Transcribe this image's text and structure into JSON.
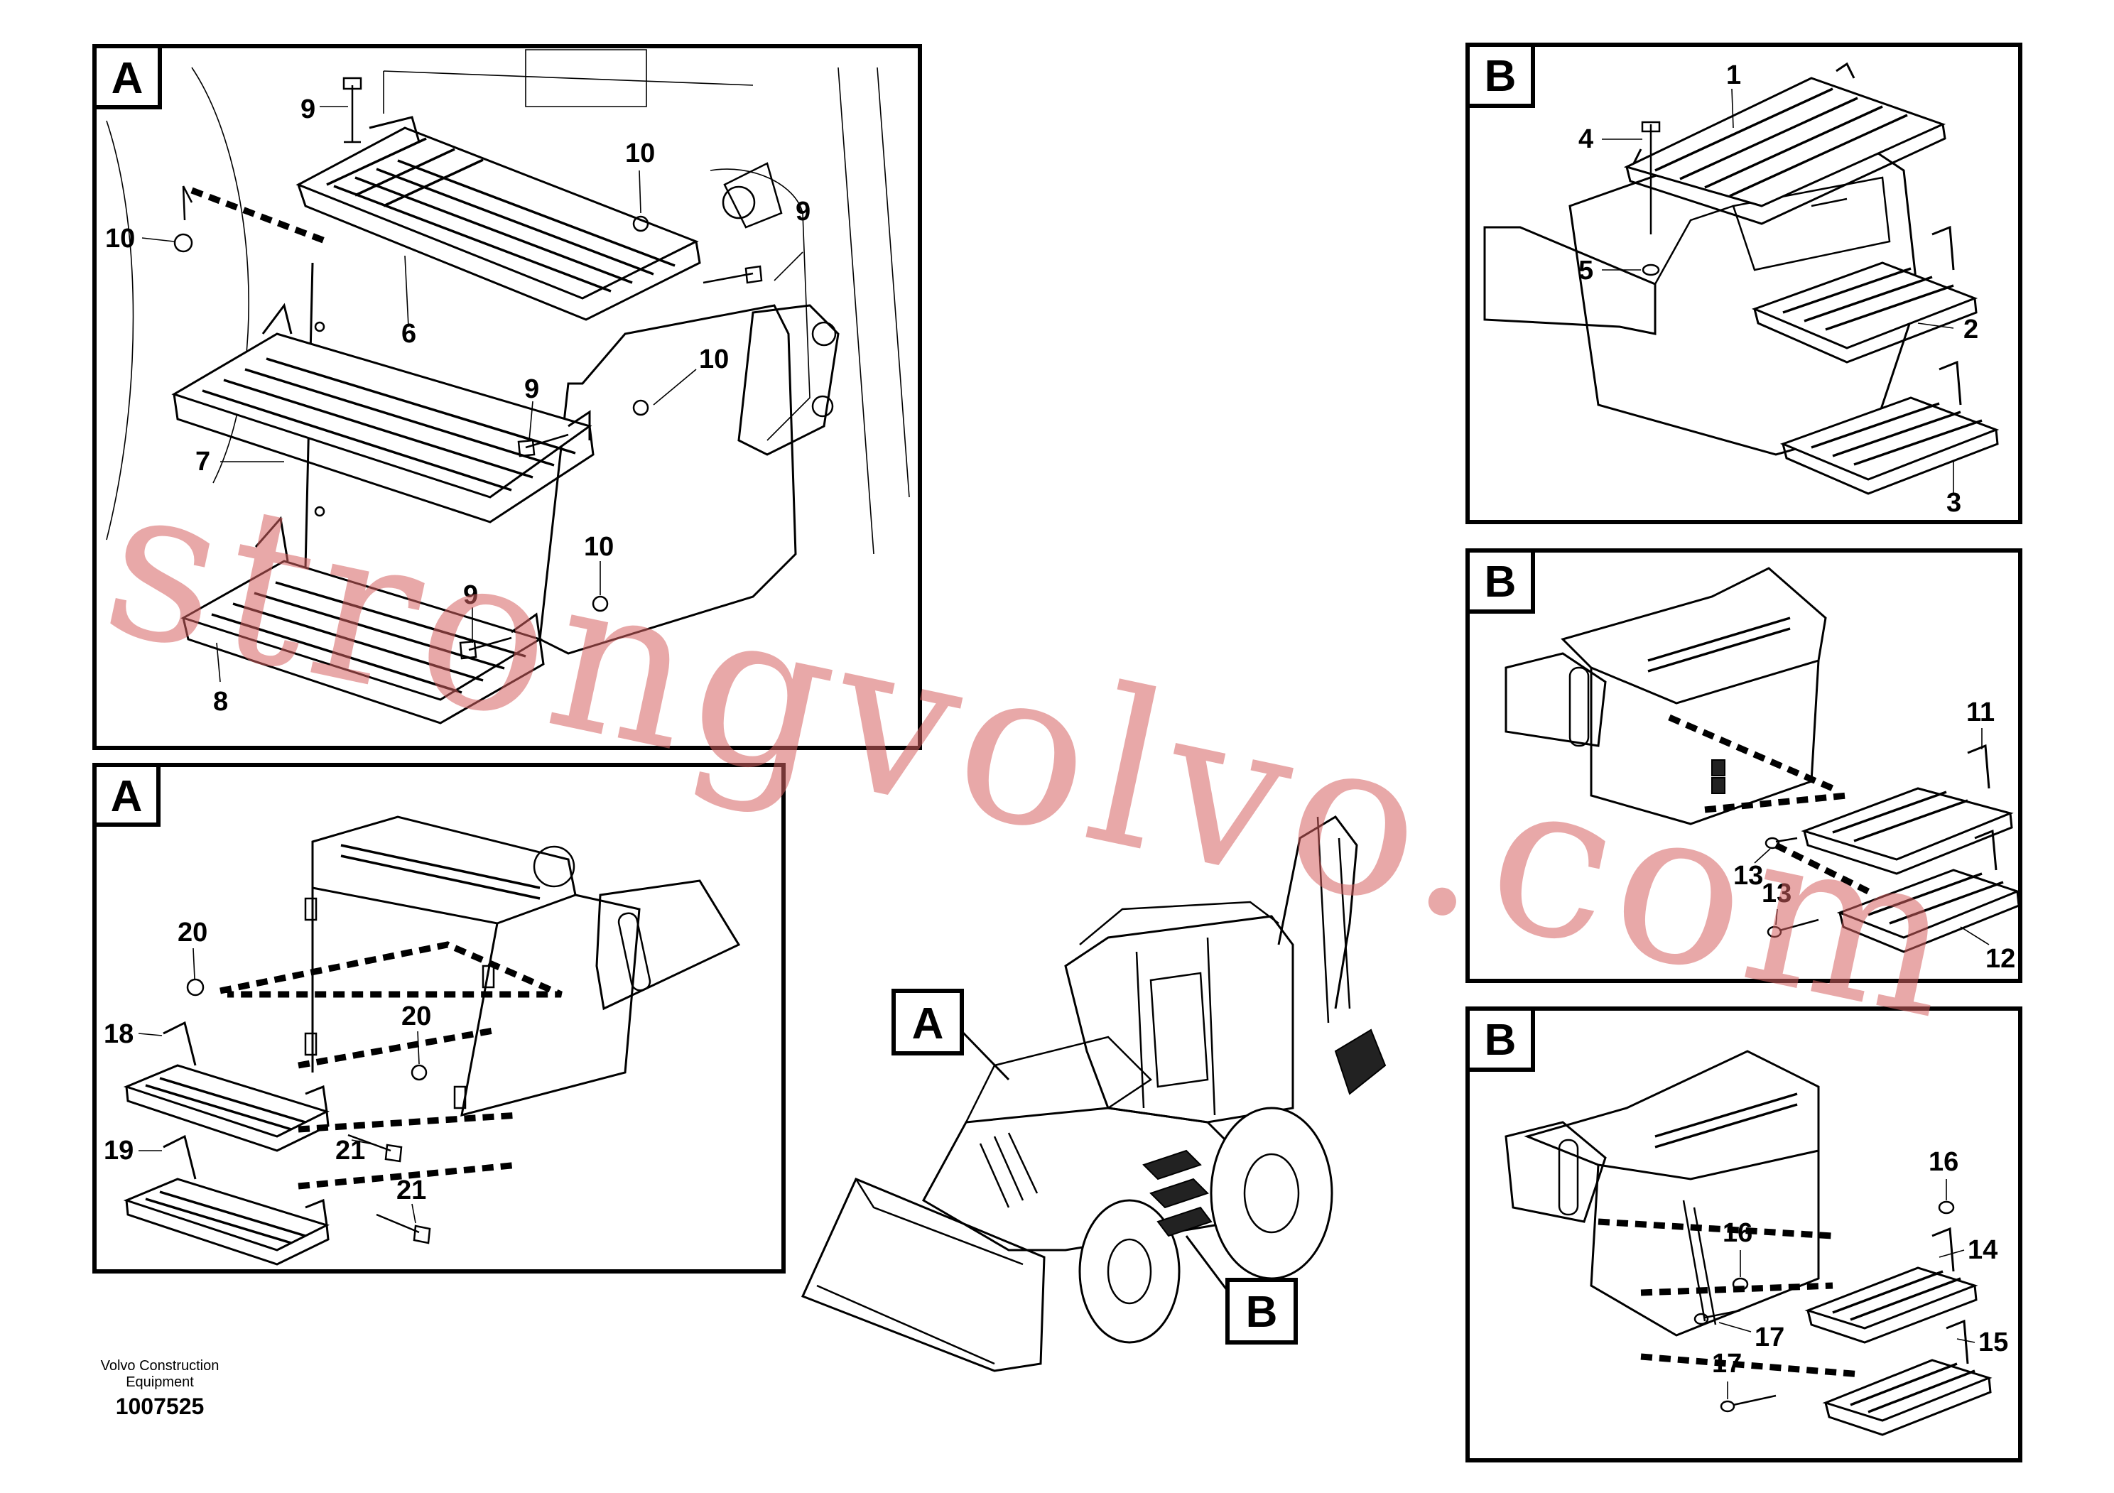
{
  "panels": {
    "a1": {
      "tag": "A",
      "labels": [
        "9",
        "10",
        "10",
        "6",
        "9",
        "10",
        "9",
        "7",
        "10",
        "9",
        "8"
      ]
    },
    "a2": {
      "tag": "A",
      "labels": [
        "20",
        "18",
        "20",
        "21",
        "19",
        "21"
      ]
    },
    "b1": {
      "tag": "B",
      "labels": [
        "1",
        "4",
        "5",
        "2",
        "3"
      ]
    },
    "b2": {
      "tag": "B",
      "labels": [
        "11",
        "13",
        "13",
        "12"
      ]
    },
    "b3": {
      "tag": "B",
      "labels": [
        "16",
        "16",
        "14",
        "17",
        "15",
        "17"
      ]
    }
  },
  "overview": {
    "callout_a": "A",
    "callout_b": "B"
  },
  "credit": {
    "line1": "Volvo Construction",
    "line2": "Equipment",
    "number": "1007525"
  },
  "watermark": "strongvolvo.com"
}
